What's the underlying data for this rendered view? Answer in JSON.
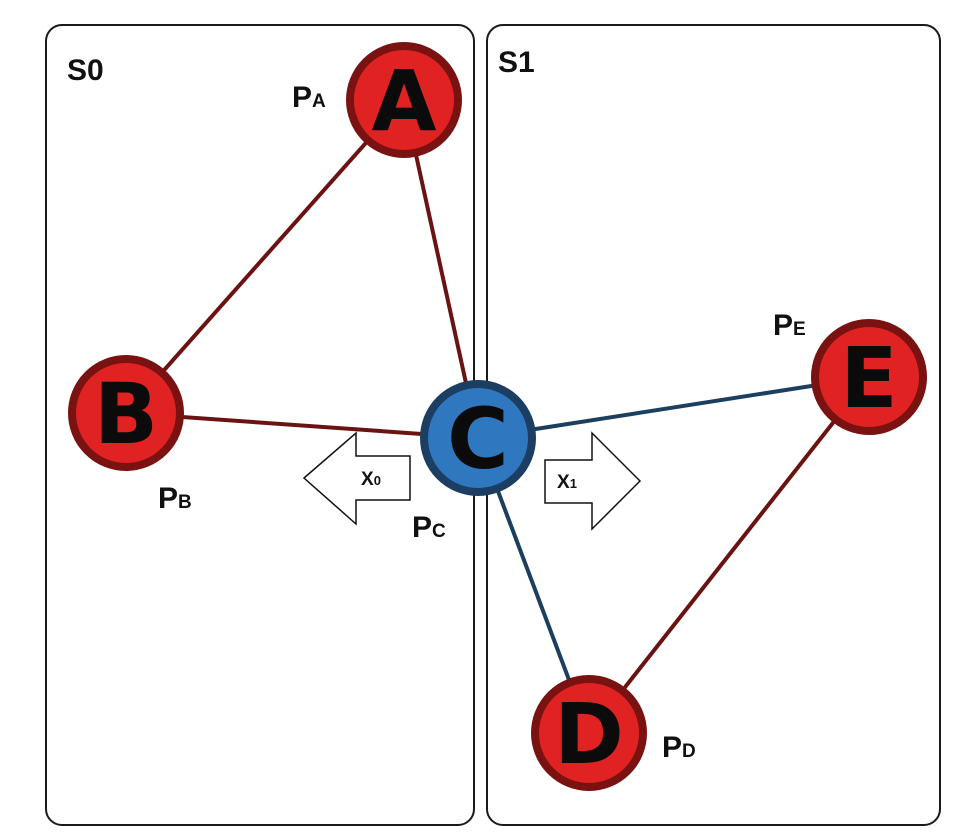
{
  "regions": [
    {
      "id": "s0",
      "label": "S0"
    },
    {
      "id": "s1",
      "label": "S1"
    }
  ],
  "nodes": [
    {
      "id": "A",
      "letter": "A",
      "prob_main": "P",
      "prob_sub": "A",
      "fill": "#e02222",
      "stroke": "#7a1212"
    },
    {
      "id": "B",
      "letter": "B",
      "prob_main": "P",
      "prob_sub": "B",
      "fill": "#e02222",
      "stroke": "#7a1212"
    },
    {
      "id": "C",
      "letter": "C",
      "prob_main": "P",
      "prob_sub": "C",
      "fill": "#2f78bf",
      "stroke": "#1c3e63"
    },
    {
      "id": "D",
      "letter": "D",
      "prob_main": "P",
      "prob_sub": "D",
      "fill": "#e02222",
      "stroke": "#7a1212"
    },
    {
      "id": "E",
      "letter": "E",
      "prob_main": "P",
      "prob_sub": "E",
      "fill": "#e02222",
      "stroke": "#7a1212"
    }
  ],
  "edges": [
    {
      "from": "A",
      "to": "B",
      "color": "#6b1212"
    },
    {
      "from": "A",
      "to": "C",
      "color": "#6b1212"
    },
    {
      "from": "B",
      "to": "C",
      "color": "#6b1212"
    },
    {
      "from": "C",
      "to": "E",
      "color": "#1d3f5e"
    },
    {
      "from": "C",
      "to": "D",
      "color": "#1d3f5e"
    },
    {
      "from": "D",
      "to": "E",
      "color": "#6b1212"
    }
  ],
  "arrows": [
    {
      "id": "x0",
      "direction": "left",
      "label_main": "X",
      "label_sub": "0"
    },
    {
      "id": "x1",
      "direction": "right",
      "label_main": "X",
      "label_sub": "1"
    }
  ]
}
